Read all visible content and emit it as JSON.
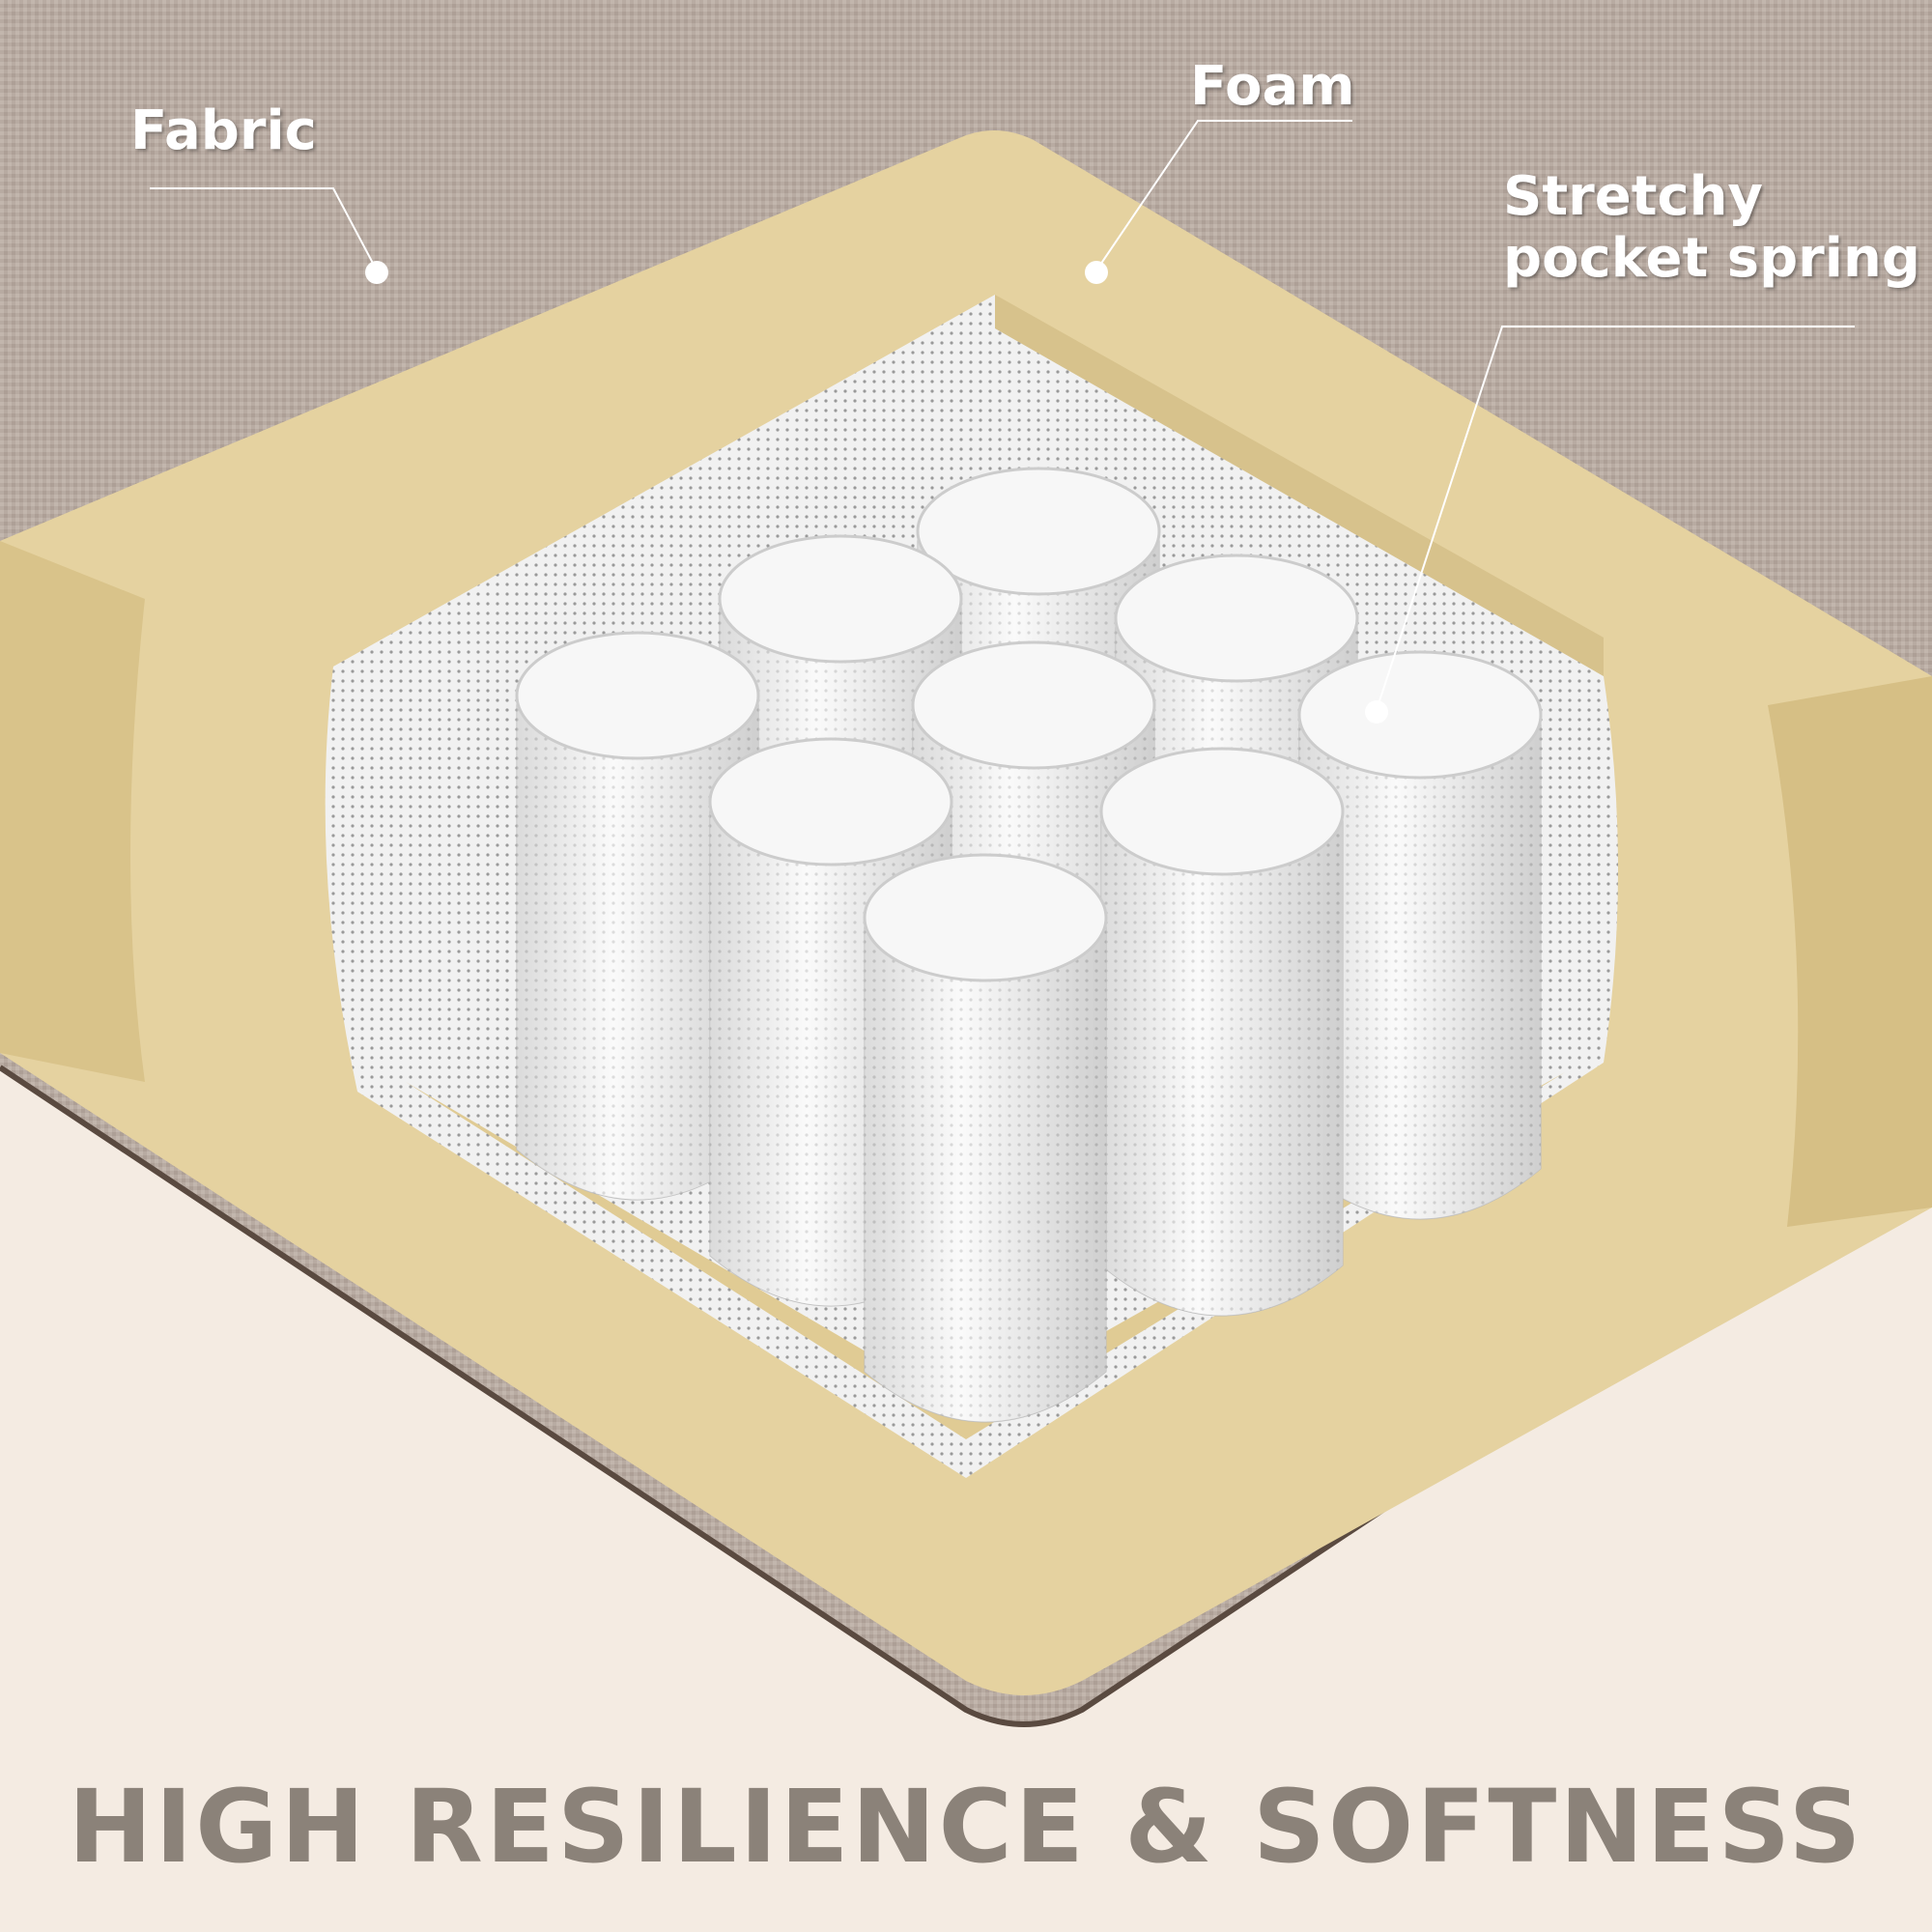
{
  "labels": {
    "fabric": "Fabric",
    "foam": "Foam",
    "spring_line1": "Stretchy",
    "spring_line2": "pocket spring"
  },
  "headline": "HIGH RESILIENCE & SOFTNESS",
  "colors": {
    "fabric": "#b8aba2",
    "foam": "#e5d2a0",
    "spring": "#f2f2f2",
    "background": "#f4ebe2",
    "headline": "#8b8279"
  }
}
